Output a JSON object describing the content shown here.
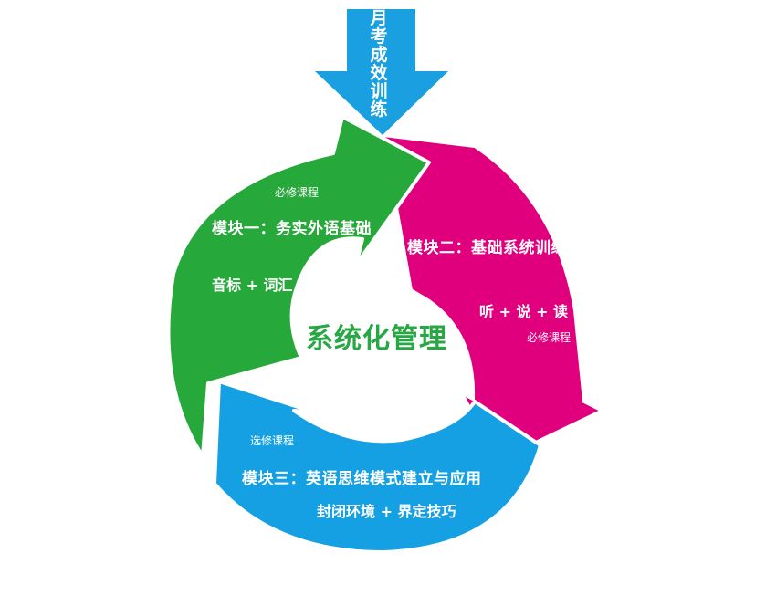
{
  "top_arrow": {
    "text": "月考成效训练",
    "color": "#1a9fe0"
  },
  "center": {
    "title": "系统化管理",
    "color": "#28a745"
  },
  "modules": [
    {
      "tag": "必修课程",
      "title": "模块一：务实外语基础",
      "content": "音标 + 词汇",
      "color": "#27a83a"
    },
    {
      "tag": "必修课程",
      "title": "模块二：基础系统训练",
      "content": "听 + 说 + 读 + 写",
      "color": "#e0007e"
    },
    {
      "tag": "选修课程",
      "title": "模块三：英语思维模式建立与应用",
      "content": "封闭环境 + 界定技巧",
      "color": "#16a0e4"
    }
  ]
}
